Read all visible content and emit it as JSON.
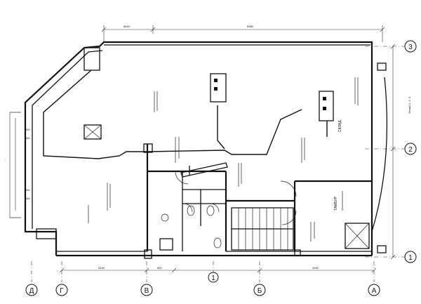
{
  "axes_vertical": [
    {
      "label": "Д"
    },
    {
      "label": "Г"
    },
    {
      "label": "В"
    },
    {
      "label": "1"
    },
    {
      "label": "Б"
    },
    {
      "label": "А"
    }
  ],
  "axes_horizontal": [
    {
      "label": "3"
    },
    {
      "label": "2"
    },
    {
      "label": "1"
    }
  ],
  "dimensions": {
    "top": [
      "6640",
      "6980"
    ],
    "left": [
      "150",
      "160",
      "150",
      "160"
    ],
    "bottom": [
      "6150",
      "600",
      "4000"
    ]
  },
  "room_labels": [
    "СКЛАД",
    "ТАМБУР"
  ],
  "sheet_note": "Этажи 1, 2, 3",
  "colors": {
    "line": "#111111",
    "paper": "#ffffff"
  }
}
